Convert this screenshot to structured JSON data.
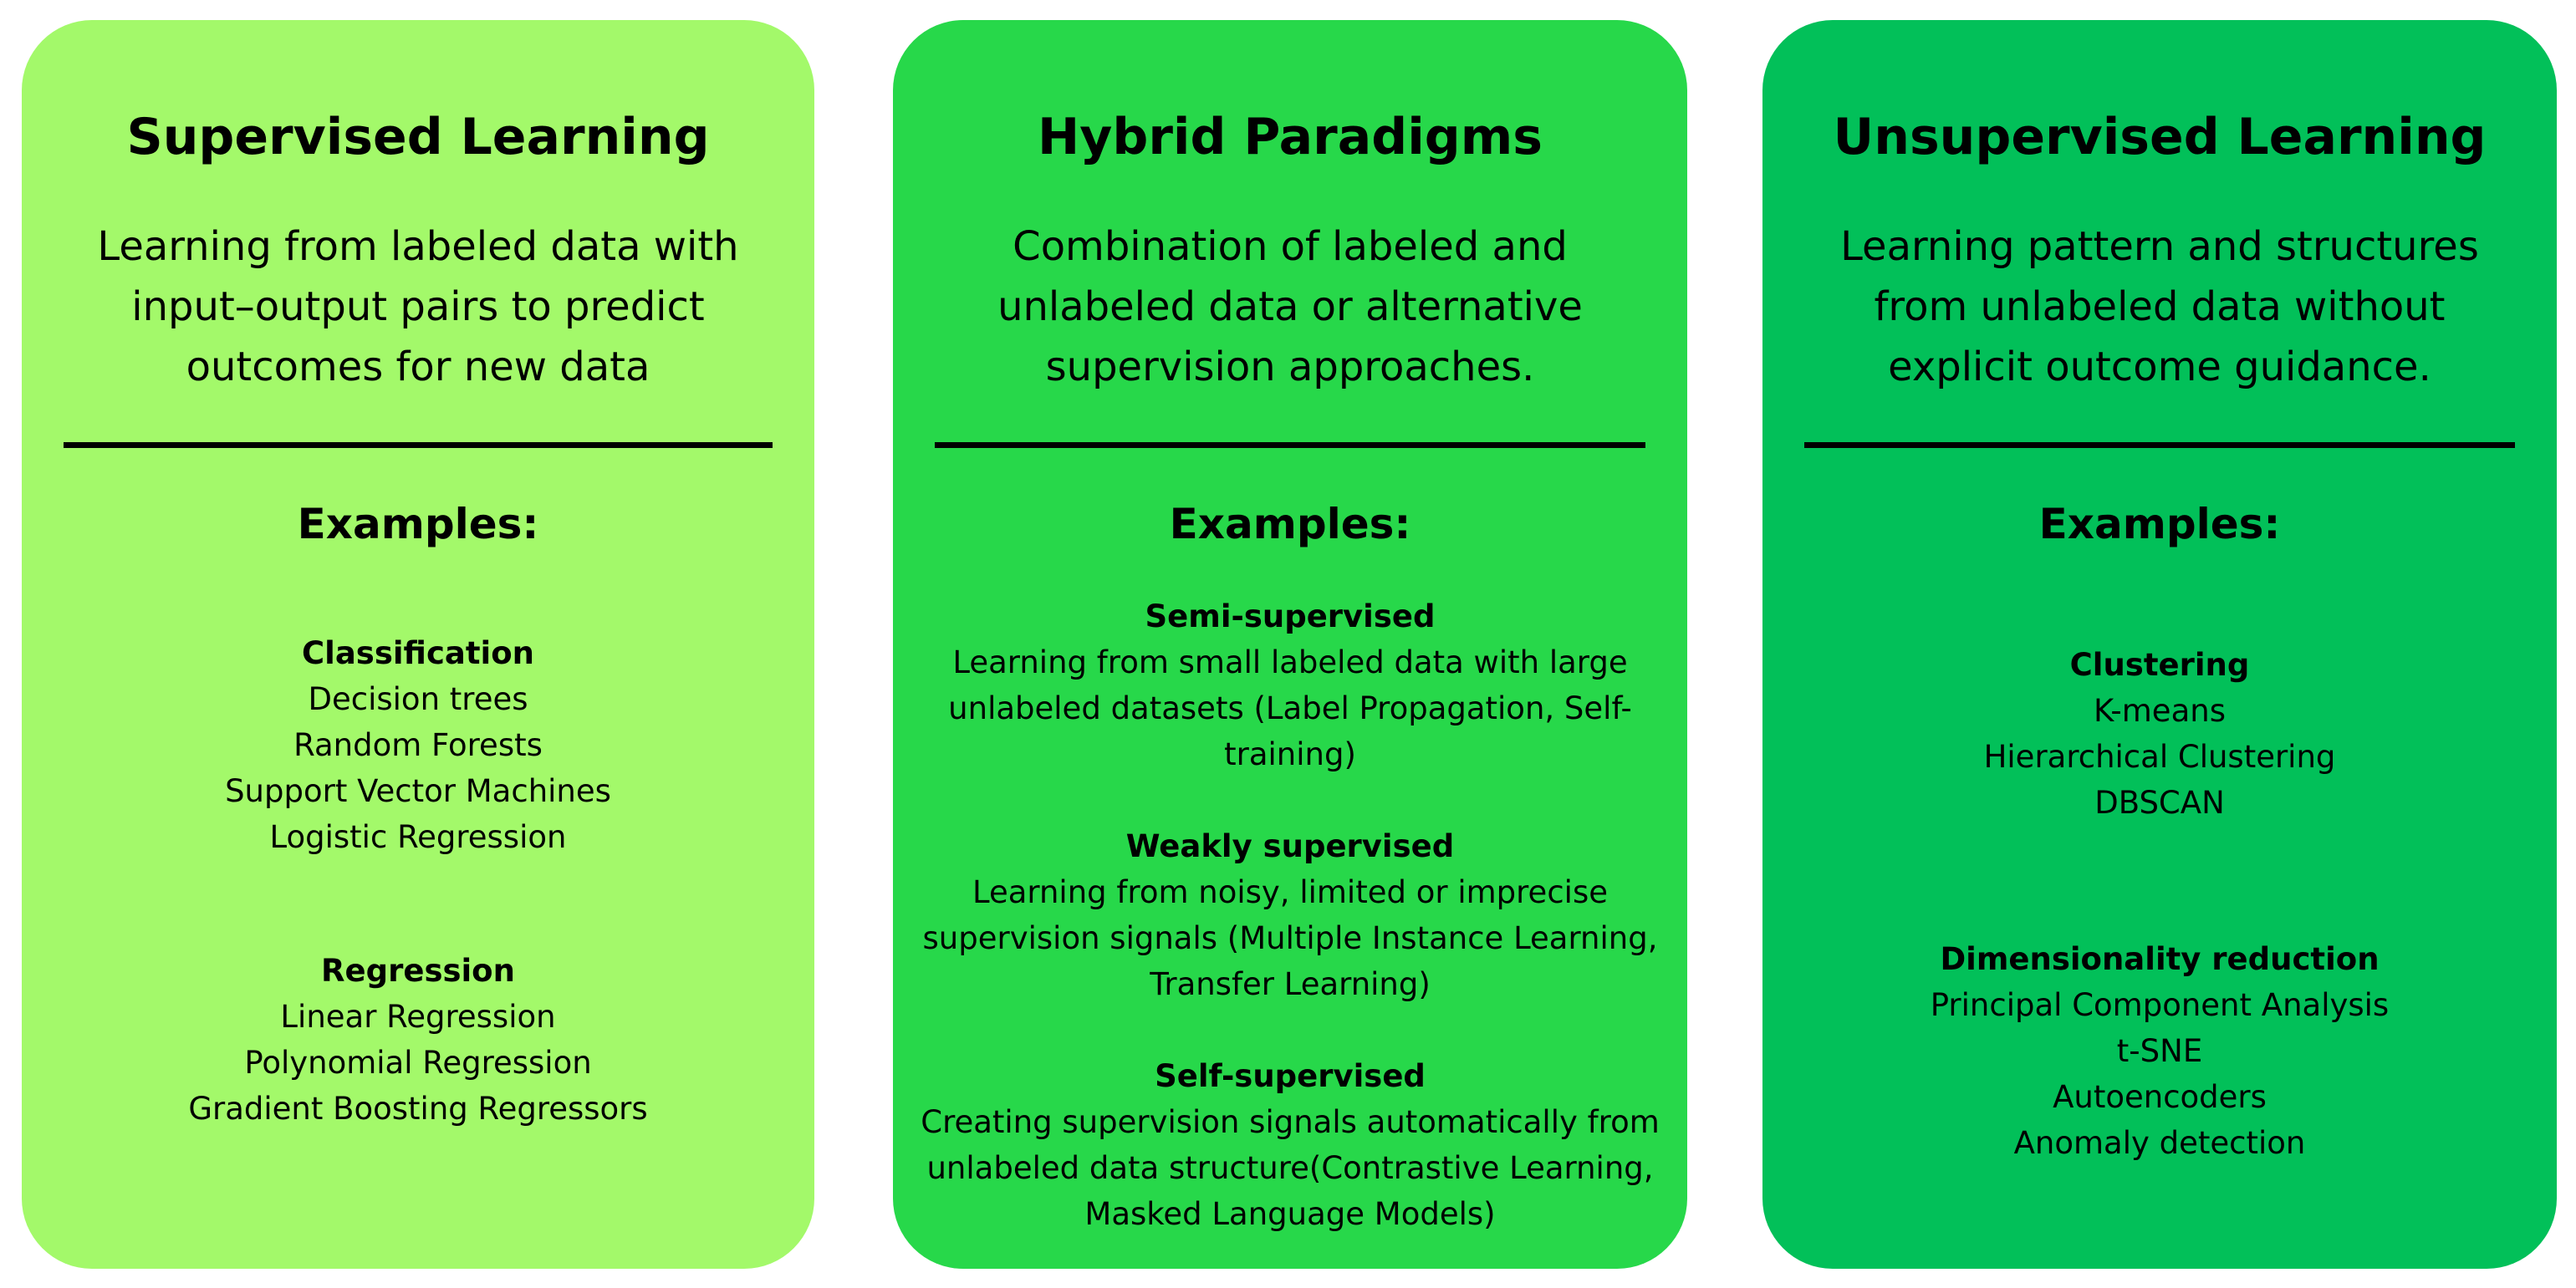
{
  "colors": {
    "card_1": "#a3f96a",
    "card_2": "#27d84a",
    "card_3": "#02c059",
    "text": "#000000"
  },
  "cards": [
    {
      "title": "Supervised Learning",
      "description": "Learning from labeled data with input–output pairs to predict outcomes for new data",
      "examples_heading": "Examples:",
      "groups": [
        {
          "title": "Classification",
          "items": [
            "Decision trees",
            "Random Forests",
            "Support Vector Machines",
            "Logistic Regression"
          ]
        },
        {
          "title": "Regression",
          "items": [
            "Linear Regression",
            "Polynomial Regression",
            "Gradient Boosting Regressors"
          ]
        }
      ]
    },
    {
      "title": "Hybrid Paradigms",
      "description": "Combination of labeled and unlabeled data or alternative supervision approaches.",
      "examples_heading": "Examples:",
      "groups": [
        {
          "title": "Semi-supervised",
          "body": "Learning from small labeled data with large unlabeled datasets (Label Propagation, Self-training)"
        },
        {
          "title": "Weakly supervised",
          "body": "Learning from noisy, limited or imprecise supervision signals (Multiple Instance Learning, Transfer Learning)"
        },
        {
          "title": "Self-supervised",
          "body": "Creating supervision signals automatically from unlabeled data structure(Contrastive Learning, Masked Language Models)"
        }
      ]
    },
    {
      "title": "Unsupervised Learning",
      "description": "Learning pattern and structures from unlabeled data without explicit outcome guidance.",
      "examples_heading": "Examples:",
      "groups": [
        {
          "title": "Clustering",
          "items": [
            "K-means",
            "Hierarchical Clustering",
            "DBSCAN"
          ]
        },
        {
          "title": "Dimensionality reduction",
          "items": [
            "Principal Component Analysis",
            "t-SNE",
            "Autoencoders",
            "Anomaly detection"
          ]
        }
      ]
    }
  ]
}
